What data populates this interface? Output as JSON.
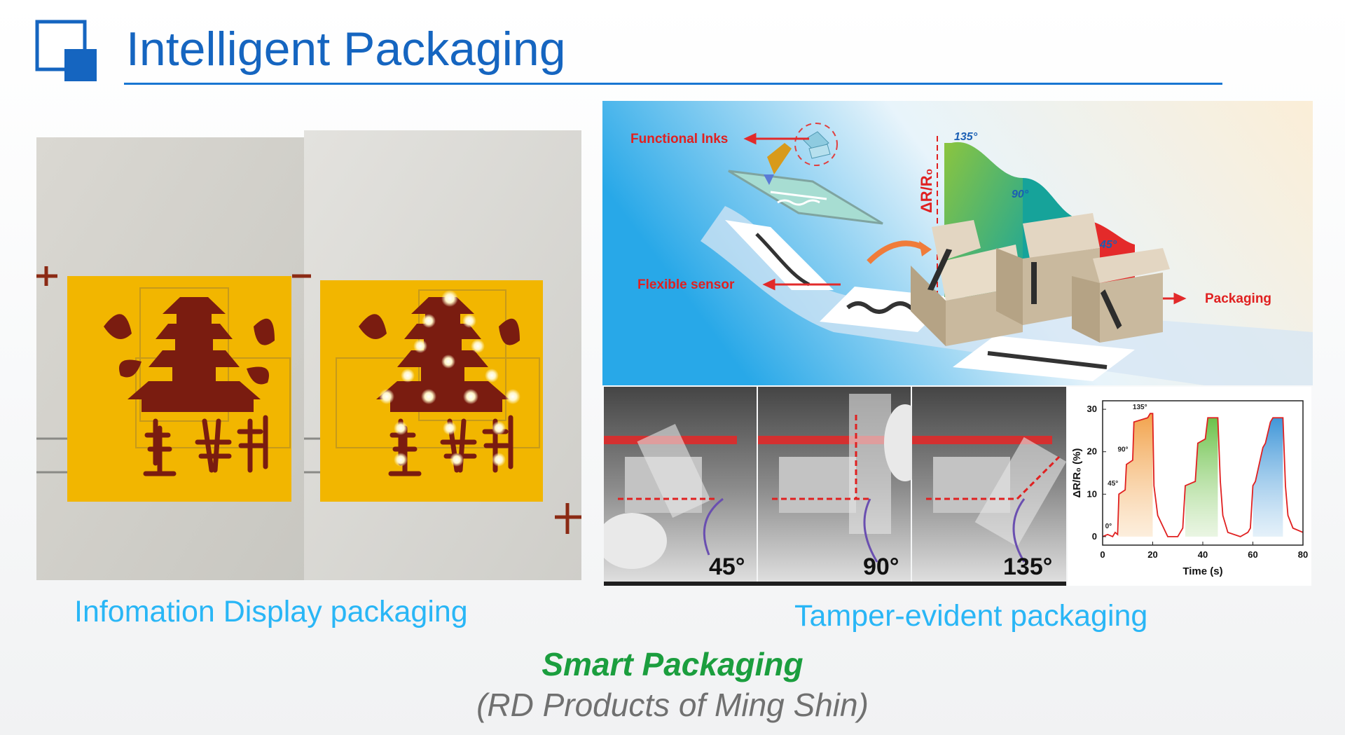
{
  "header": {
    "title": "Intelligent Packaging",
    "logo_icon": "square-logo-icon",
    "accent_color": "#1565c0"
  },
  "left_figure": {
    "photo_icon": "printed-pagoda-led-display-photo",
    "panel_color": "#f2b600",
    "caption": "Infomation Display packaging"
  },
  "right_figure": {
    "schematic": {
      "functional_inks_label": "Functional Inks",
      "flexible_sensor_label": "Flexible sensor",
      "packaging_label": "Packaging",
      "axis_label": "ΔR/R₀",
      "angle_labels": [
        "135°",
        "90°",
        "45°"
      ]
    },
    "photos": {
      "angle_labels": [
        "45°",
        "90°",
        "135°"
      ]
    },
    "caption": "Tamper-evident packaging"
  },
  "chart_data": {
    "type": "line",
    "title": "",
    "xlabel": "Time (s)",
    "ylabel": "ΔR/R₀ (%)",
    "xlim": [
      0,
      80
    ],
    "ylim": [
      -2,
      32
    ],
    "xticks": [
      0,
      20,
      40,
      60,
      80
    ],
    "yticks": [
      0,
      10,
      20,
      30
    ],
    "annotations": [
      "0°",
      "45°",
      "90°",
      "135°"
    ],
    "series": [
      {
        "x": [
          0,
          2,
          4,
          5,
          6,
          6.5,
          9,
          9.5,
          12,
          12.5,
          18,
          19,
          20,
          20.5,
          22,
          26,
          30,
          31,
          32,
          33,
          37,
          38,
          41,
          42,
          46,
          47,
          48,
          50,
          55,
          58,
          59,
          60,
          61,
          64,
          65,
          67,
          68,
          72,
          73,
          74,
          76,
          80
        ],
        "y": [
          0,
          0.5,
          0,
          1,
          0.5,
          10,
          11,
          17,
          18,
          27,
          28,
          29,
          29,
          12,
          5,
          0,
          0,
          1,
          2,
          12,
          13,
          22,
          23,
          28,
          28,
          13,
          5,
          1,
          0,
          1,
          2,
          12,
          13,
          21,
          22,
          27,
          28,
          28,
          12,
          5,
          2,
          1
        ]
      }
    ]
  },
  "footer": {
    "highlight": "Smart Packaging",
    "source": "(RD Products of Ming Shin)",
    "highlight_color": "#1b9e3e"
  }
}
